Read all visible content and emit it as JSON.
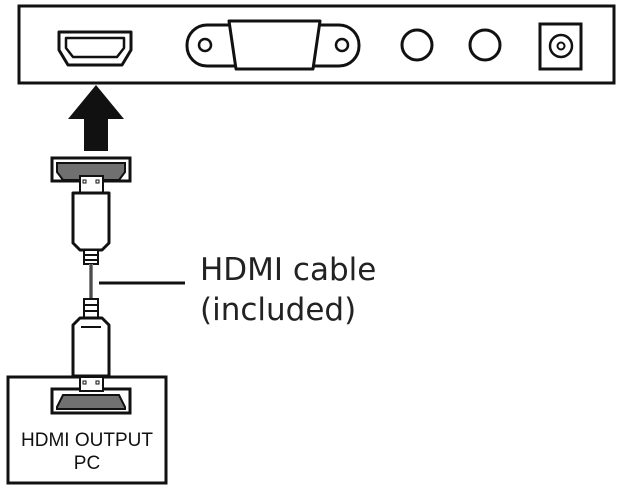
{
  "diagram": {
    "callout": {
      "line1": "HDMI cable",
      "line2": "(included)"
    },
    "pc_box": {
      "line1": "HDMI OUTPUT",
      "line2": "PC"
    }
  },
  "icons": {
    "panel_ports": [
      "hdmi-port-icon",
      "vga-port-icon",
      "audio-jack-icon",
      "audio-jack-icon",
      "dc-power-port-icon"
    ],
    "arrow": "arrow-up-icon",
    "cable_plugs": [
      "hdmi-plug-icon",
      "hdmi-plug-icon"
    ]
  }
}
